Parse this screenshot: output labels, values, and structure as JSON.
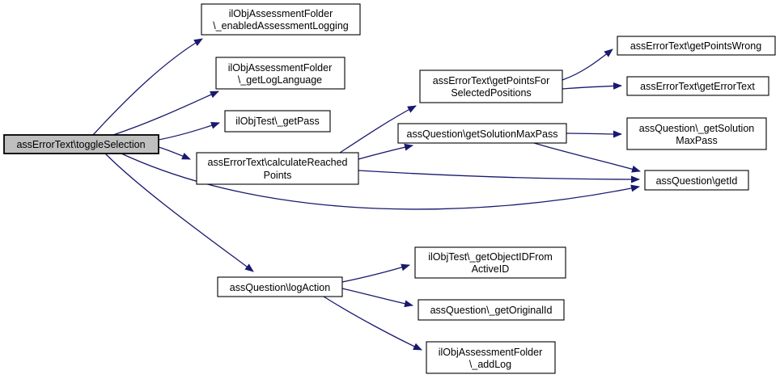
{
  "diagram": {
    "kind": "doxygen-call-graph",
    "colors": {
      "edge": "#191970",
      "node_border": "#000000",
      "node_fill": "#ffffff",
      "highlight_fill": "#bfbfbf",
      "background": "#ffffff"
    },
    "nodes": [
      {
        "id": "toggleSelection",
        "highlight": true,
        "lines": [
          "assErrorText\\toggleSelection"
        ]
      },
      {
        "id": "enabledAssessmentLogging",
        "highlight": false,
        "line1": "ilObjAssessmentFolder",
        "line2": "\\_enabledAssessmentLogging"
      },
      {
        "id": "getLogLanguage",
        "highlight": false,
        "line1": "ilObjAssessmentFolder",
        "line2": "\\_getLogLanguage"
      },
      {
        "id": "getPass",
        "highlight": false,
        "lines": [
          "ilObjTest\\_getPass"
        ]
      },
      {
        "id": "calculateReachedPoints",
        "highlight": false,
        "line1": "assErrorText\\calculateReached",
        "line2": "Points"
      },
      {
        "id": "getSolutionMaxPass",
        "highlight": false,
        "lines": [
          "assQuestion\\getSolutionMaxPass"
        ]
      },
      {
        "id": "getPointsForSelectedPositions",
        "highlight": false,
        "line1": "assErrorText\\getPointsFor",
        "line2": "SelectedPositions"
      },
      {
        "id": "getPointsWrong",
        "highlight": false,
        "lines": [
          "assErrorText\\getPointsWrong"
        ]
      },
      {
        "id": "getErrorText",
        "highlight": false,
        "lines": [
          "assErrorText\\getErrorText"
        ]
      },
      {
        "id": "_getSolutionMaxPass",
        "highlight": false,
        "line1": "assQuestion\\_getSolution",
        "line2": "MaxPass"
      },
      {
        "id": "getId",
        "highlight": false,
        "lines": [
          "assQuestion\\getId"
        ]
      },
      {
        "id": "logAction",
        "highlight": false,
        "lines": [
          "assQuestion\\logAction"
        ]
      },
      {
        "id": "getObjectIDFromActiveID",
        "highlight": false,
        "line1": "ilObjTest\\_getObjectIDFrom",
        "line2": "ActiveID"
      },
      {
        "id": "_getOriginalId",
        "highlight": false,
        "lines": [
          "assQuestion\\_getOriginalId"
        ]
      },
      {
        "id": "addLog",
        "highlight": false,
        "line1": "ilObjAssessmentFolder",
        "line2": "\\_addLog"
      }
    ],
    "edges": [
      {
        "from": "assErrorText\\toggleSelection",
        "to": "ilObjAssessmentFolder\\_enabledAssessmentLogging"
      },
      {
        "from": "assErrorText\\toggleSelection",
        "to": "ilObjAssessmentFolder\\_getLogLanguage"
      },
      {
        "from": "assErrorText\\toggleSelection",
        "to": "ilObjTest\\_getPass"
      },
      {
        "from": "assErrorText\\toggleSelection",
        "to": "assErrorText\\calculateReachedPoints"
      },
      {
        "from": "assErrorText\\toggleSelection",
        "to": "assQuestion\\getId"
      },
      {
        "from": "assErrorText\\toggleSelection",
        "to": "assQuestion\\logAction"
      },
      {
        "from": "assErrorText\\calculateReachedPoints",
        "to": "assErrorText\\getPointsForSelectedPositions"
      },
      {
        "from": "assErrorText\\calculateReachedPoints",
        "to": "assQuestion\\getSolutionMaxPass"
      },
      {
        "from": "assErrorText\\calculateReachedPoints",
        "to": "assQuestion\\getId"
      },
      {
        "from": "assErrorText\\getPointsForSelectedPositions",
        "to": "assErrorText\\getPointsWrong"
      },
      {
        "from": "assErrorText\\getPointsForSelectedPositions",
        "to": "assErrorText\\getErrorText"
      },
      {
        "from": "assQuestion\\getSolutionMaxPass",
        "to": "assQuestion\\_getSolutionMaxPass"
      },
      {
        "from": "assQuestion\\getSolutionMaxPass",
        "to": "assQuestion\\getId"
      },
      {
        "from": "assQuestion\\logAction",
        "to": "ilObjTest\\_getObjectIDFromActiveID"
      },
      {
        "from": "assQuestion\\logAction",
        "to": "assQuestion\\_getOriginalId"
      },
      {
        "from": "assQuestion\\logAction",
        "to": "ilObjAssessmentFolder\\_addLog"
      }
    ]
  }
}
